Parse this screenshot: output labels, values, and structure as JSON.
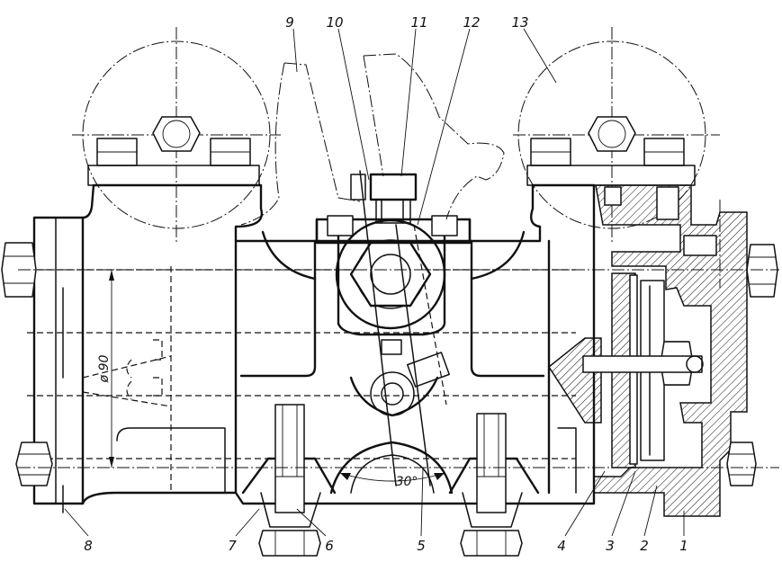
{
  "labels": {
    "l1": "1",
    "l2": "2",
    "l3": "3",
    "l4": "4",
    "l5": "5",
    "l6": "6",
    "l7": "7",
    "l8": "8",
    "l9": "9",
    "l10": "10",
    "l11": "11",
    "l12": "12",
    "l13": "13"
  },
  "dimensions": {
    "diameter": "ø 90",
    "angle": "30°"
  }
}
